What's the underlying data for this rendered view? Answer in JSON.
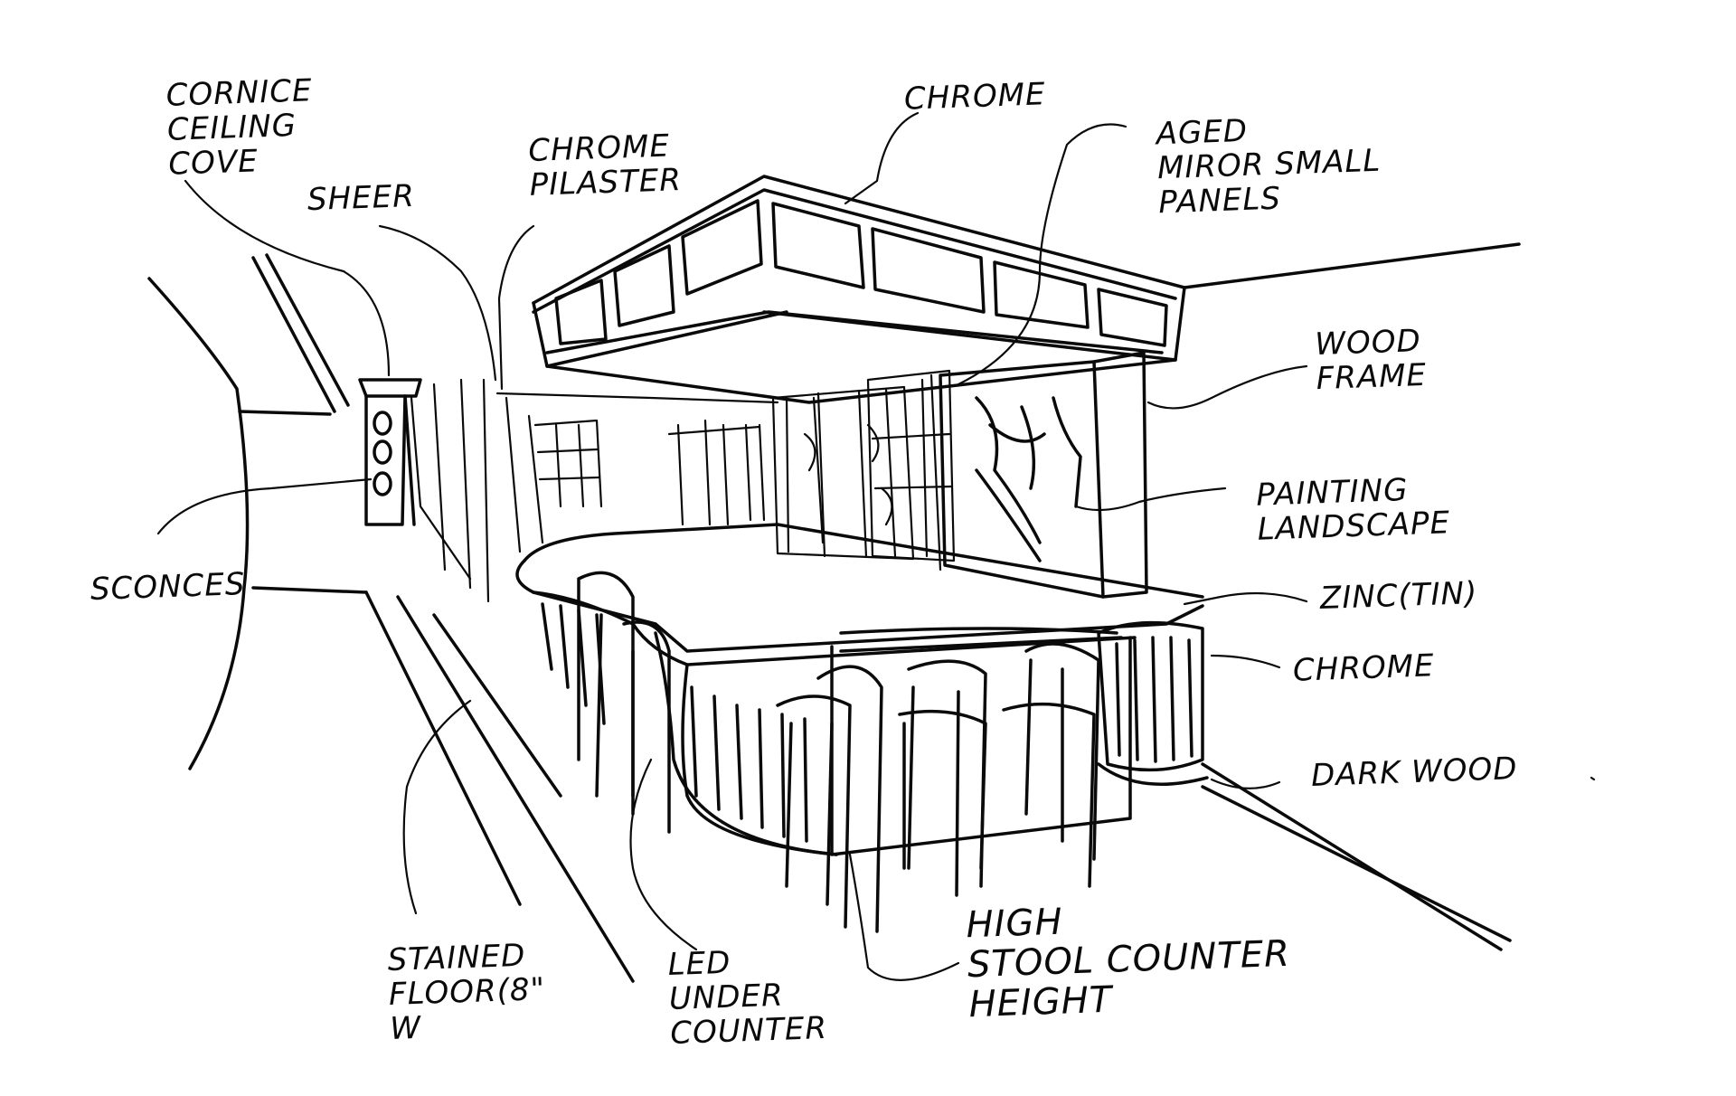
{
  "labels": {
    "cornice": "CORNICE\nCEILING\nCOVE",
    "sheer": "SHEER",
    "chrome_pilaster": "CHROME\nPILASTER",
    "chrome_top": "CHROME",
    "aged_mirror": "AGED\nMIROR SMALL\nPANELS",
    "wood_frame": "WOOD\nFRAME",
    "painting": "PAINTING\nLANDSCAPE",
    "zinc": "ZINC(TIN)",
    "chrome_right": "CHROME",
    "dark_wood": "DARK WOOD",
    "sconces": "SCONCES",
    "stained_floor": "STAINED\nFLOOR(8\"\nW",
    "led": "LED\nUNDER\nCOUNTER",
    "high_stool": "HIGH\nSTOOL COUNTER\nHEIGHT"
  },
  "colors": {
    "ink": "#0a0a0a",
    "paper": "#ffffff"
  }
}
